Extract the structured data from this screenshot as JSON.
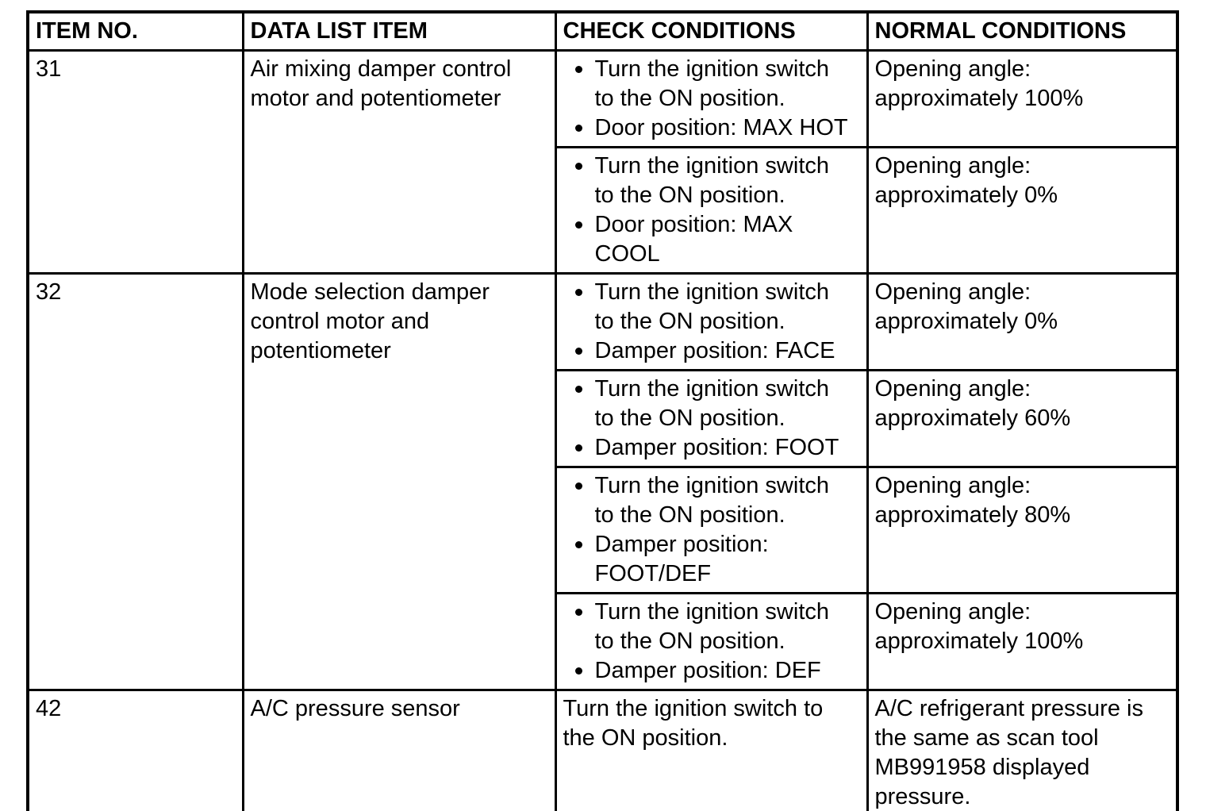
{
  "document": {
    "background_color": "#ffffff",
    "border_color": "#000000",
    "text_color": "#000000"
  },
  "table": {
    "headers": [
      "ITEM NO.",
      "DATA LIST ITEM",
      "CHECK CONDITIONS",
      "NORMAL CONDITIONS"
    ],
    "rows": [
      {
        "item_no": "31",
        "data_list_item": "Air mixing damper control motor and potentiometer",
        "conditions": [
          {
            "check_bullets": [
              "Turn the ignition switch to the ON position.",
              "Door position: MAX HOT"
            ],
            "normal": "Opening angle: approximately 100%"
          },
          {
            "check_bullets": [
              "Turn the ignition switch to the ON position.",
              "Door position: MAX COOL"
            ],
            "normal": "Opening angle: approximately 0%"
          }
        ]
      },
      {
        "item_no": "32",
        "data_list_item": "Mode selection damper control motor and potentiometer",
        "conditions": [
          {
            "check_bullets": [
              "Turn the ignition switch to the ON position.",
              "Damper position: FACE"
            ],
            "normal": "Opening angle: approximately 0%"
          },
          {
            "check_bullets": [
              "Turn the ignition switch to the ON position.",
              "Damper position: FOOT"
            ],
            "normal": "Opening angle: approximately 60%"
          },
          {
            "check_bullets": [
              "Turn the ignition switch to the ON position.",
              "Damper position: FOOT/DEF"
            ],
            "normal": "Opening angle: approximately 80%"
          },
          {
            "check_bullets": [
              "Turn the ignition switch to the ON position.",
              "Damper position: DEF"
            ],
            "normal": "Opening angle: approximately 100%"
          }
        ]
      },
      {
        "item_no": "42",
        "data_list_item": "A/C pressure sensor",
        "conditions": [
          {
            "check_text": "Turn the ignition switch to the ON position.",
            "normal": "A/C refrigerant pressure is the same as scan tool MB991958 displayed pressure."
          }
        ]
      }
    ]
  }
}
